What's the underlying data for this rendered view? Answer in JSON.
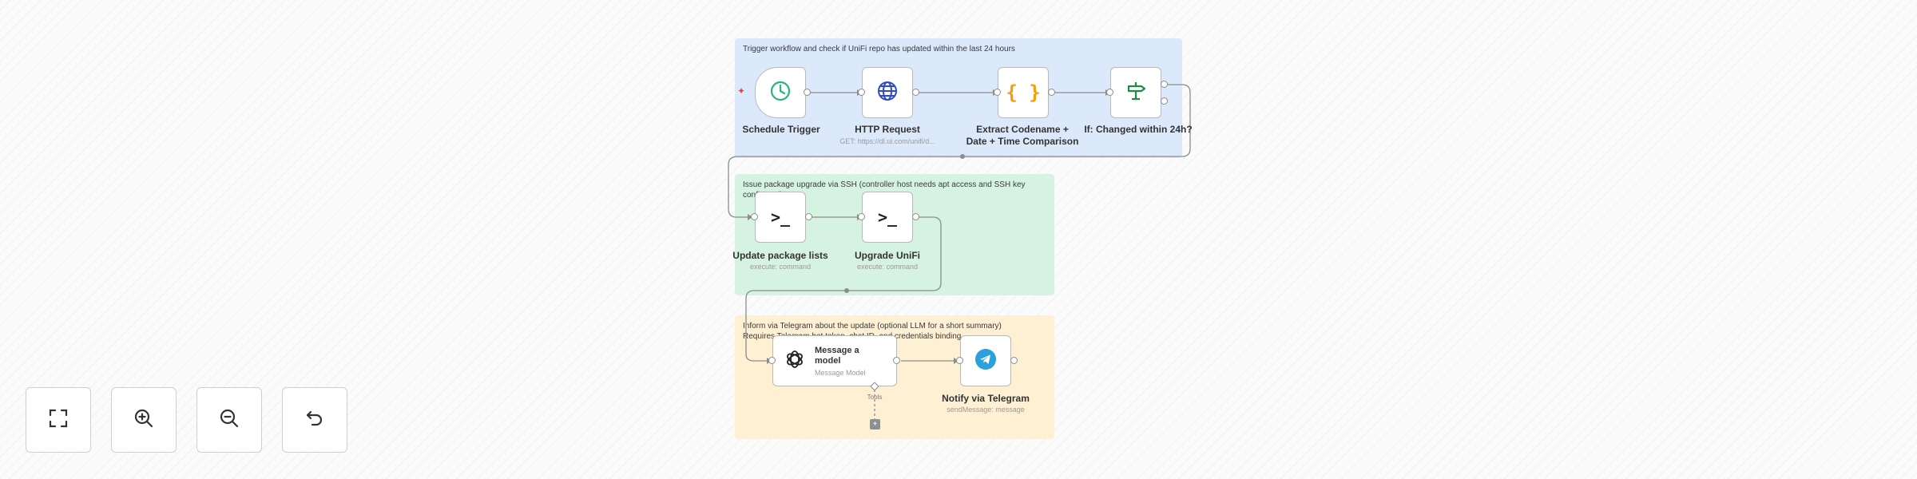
{
  "stickies": [
    {
      "id": "blue",
      "note": "Trigger workflow and check if UniFi repo has updated within the last 24 hours"
    },
    {
      "id": "green",
      "note": "Issue package upgrade via SSH (controller host needs apt access and SSH key configured)"
    },
    {
      "id": "yellow",
      "note": "Inform via Telegram about the update (optional LLM for a short summary)\nRequires Telegram bot token, chat ID, and credentials binding"
    }
  ],
  "nodes": {
    "schedule": {
      "label": "Schedule Trigger",
      "icon": "clock-icon",
      "color": "#26b57f"
    },
    "http": {
      "label": "HTTP Request",
      "sub": "GET: https://dl.ui.com/unifi/d...",
      "icon": "globe-icon",
      "color": "#2f49c7"
    },
    "code": {
      "label": "Extract Codename +\nDate + Time Comparison",
      "icon": "braces-icon",
      "color": "#f59e0b"
    },
    "if": {
      "label": "If: Changed within 24h?",
      "icon": "signpost-icon",
      "color": "#1e8a43"
    },
    "upd": {
      "label": "Update package lists",
      "sub": "execute: command",
      "icon": "terminal-icon"
    },
    "upg": {
      "label": "Upgrade UniFi",
      "sub": "execute: command",
      "icon": "terminal-icon"
    },
    "llm": {
      "title_1": "Message a",
      "title_2": "model",
      "sub": "Message Model",
      "icon": "openai-icon",
      "port_label": "Tools"
    },
    "tg": {
      "label": "Notify via Telegram",
      "sub": "sendMessage: message",
      "icon": "telegram-icon",
      "color": "#2aa1da"
    }
  },
  "toolbar": [
    {
      "name": "fit-view-button",
      "icon": "fit-view-icon"
    },
    {
      "name": "zoom-in-button",
      "icon": "zoom-in-icon"
    },
    {
      "name": "zoom-out-button",
      "icon": "zoom-out-icon"
    },
    {
      "name": "reset-button",
      "icon": "undo-icon"
    }
  ],
  "plus_symbol": "+"
}
